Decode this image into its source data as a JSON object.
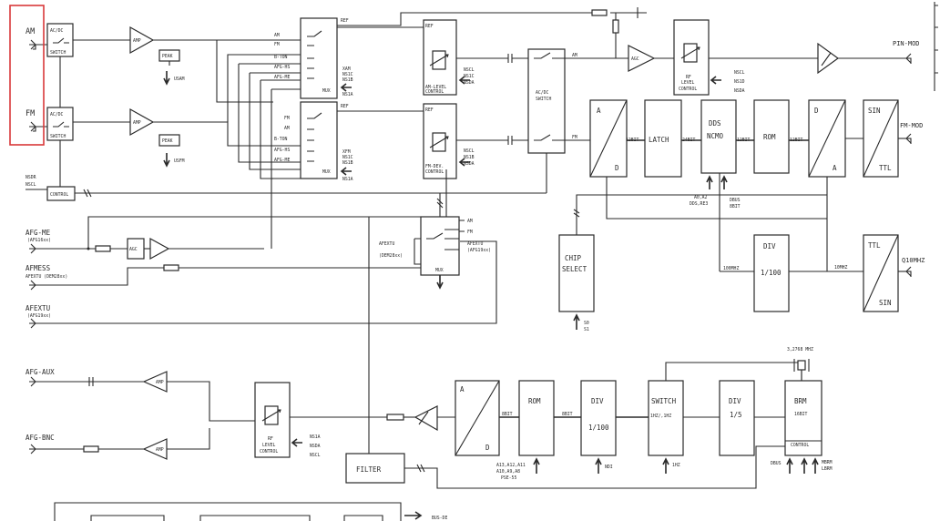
{
  "colors": {
    "ink": "#2a2a2a",
    "highlight": "#d9383a",
    "background": "#ffffff"
  },
  "inputs": {
    "am": "AM",
    "fm": "FM",
    "afg_me": "AFG-ME",
    "afg_me_sub": "(AFG16xx)",
    "afmess": "AFMESS",
    "afmess_sub": "AFEXTU (DEM28xx)",
    "afextu": "AFEXTU",
    "afextu_sub": "(AFG19xx)",
    "afg_aux": "AFG-AUX",
    "afg_bnc": "AFG-BNC",
    "nsdr_nscl": [
      "NSDR",
      "NSCL"
    ]
  },
  "outputs": {
    "pin_mod": "PIN-MOD",
    "fm_mod": "FM-MOD",
    "q10mhz": "Q10MHZ",
    "bus_partial": "BUS-DE"
  },
  "blocks": {
    "acdc": [
      "AC/DC",
      "SWITCH"
    ],
    "amp": "AMP",
    "peak": "PEAK",
    "usam": "USAM",
    "usfm": "USFM",
    "control": "CONTROL",
    "agc": "AGC",
    "ref": "REF",
    "mux": "MUX",
    "mux1_in": [
      "AM",
      "FM",
      "B-TON",
      "AFG-HS",
      "AFG-ME"
    ],
    "mux2_in": [
      "FM",
      "AM",
      "B-TON",
      "AFG-HS",
      "AFG-ME"
    ],
    "mux1_sel": [
      "XAM",
      "NS1C",
      "NS1B",
      "NS1A"
    ],
    "mux2_sel": [
      "XFM",
      "NS1C",
      "NS1B",
      "NS1A"
    ],
    "am_level": [
      "AM-LEVEL",
      "CONTROL"
    ],
    "fm_dev": [
      "FM-DEV.",
      "CONTROL"
    ],
    "nsel_a": [
      "NSCL",
      "NS1C",
      "NSDA"
    ],
    "nsel_b": [
      "NSCL",
      "NS1B",
      "NSDA"
    ],
    "am_tag": "AM",
    "fm_tag": "FM",
    "acdc_sw": [
      "AC/DC",
      "SWITCH"
    ],
    "agc_amp": "AGC",
    "rf_level": [
      "RF",
      "LEVEL",
      "CONTROL"
    ],
    "nsel_c": [
      "NSCL",
      "NS1D",
      "NSDA"
    ],
    "ad": [
      "A",
      "D"
    ],
    "latch": "LATCH",
    "dds": [
      "DDS",
      "NCMO"
    ],
    "rom": "ROM",
    "da": [
      "D",
      "A"
    ],
    "sin_ttl": [
      "SIN",
      "TTL"
    ],
    "ttl_sin": [
      "TTL",
      "SIN"
    ],
    "bits": [
      "12BIT",
      "24BIT",
      "12BIT",
      "12BIT"
    ],
    "dds_in": [
      "A0,A2",
      "DDS,RE3"
    ],
    "dbus": [
      "DBUS",
      "8BIT"
    ],
    "chip_select": [
      "CHIP",
      "SELECT"
    ],
    "s0s1": [
      "S0",
      "S1"
    ],
    "div100": [
      "DIV",
      "1/100"
    ],
    "f100mhz": "100MHZ",
    "f10mhz": "10MHZ",
    "mux3_in": [
      "AM",
      "FM",
      "AFEXTU",
      "(AFG19xx)"
    ],
    "mux3_left": [
      "AFEXTU",
      "(DEM28xx)"
    ],
    "rf_level2": [
      "RF",
      "LEVEL",
      "CONTROL"
    ],
    "nsel_d": [
      "NS1A",
      "NSDA",
      "NSCL"
    ],
    "filter": "FILTER",
    "ad2": [
      "A",
      "D"
    ],
    "rom2": "ROM",
    "bit8": "8BIT",
    "div2": [
      "DIV",
      "1/100"
    ],
    "switch2": [
      "SWITCH",
      "1HZ/,1HZ"
    ],
    "div5": [
      "DIV",
      "1/5"
    ],
    "brm": [
      "BRM",
      "16BIT",
      "CONTROL"
    ],
    "crystal": "3,2768 MHZ",
    "rom_addr": [
      "A13,A12,A11",
      "A10,A9,A8",
      "PSE-55"
    ],
    "ndi": "NDI",
    "hz1": "1HZ",
    "dbus2": "DBUS",
    "mbrm": [
      "MBRM",
      "LBRM"
    ]
  }
}
